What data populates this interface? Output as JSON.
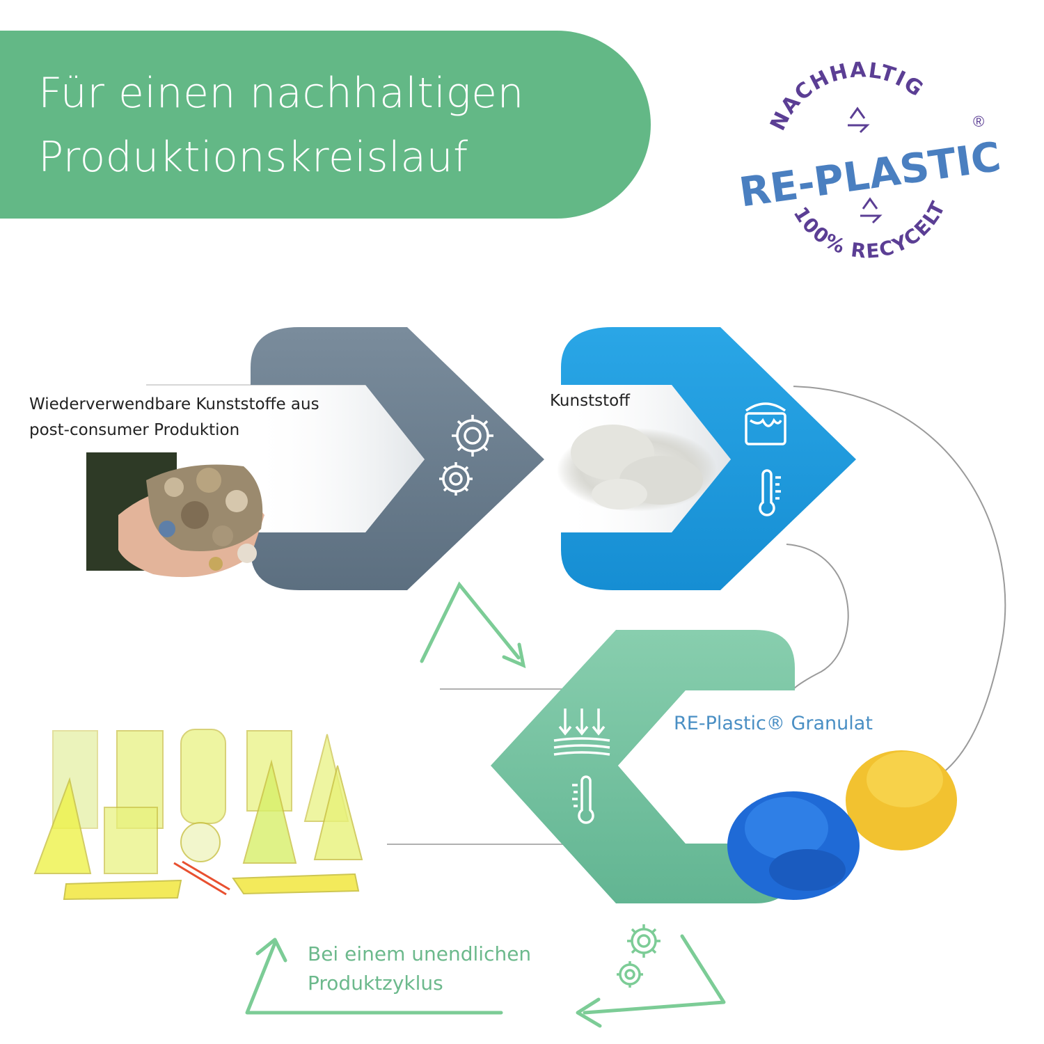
{
  "banner": {
    "title": "Für einen nachhaltigen\nProduktionskreislauf"
  },
  "logo": {
    "top_arc": "NACHHALTIG",
    "brand": "RE-PLASTIC",
    "registered": "®",
    "bottom_arc": "100% RECYCELT",
    "colors": {
      "brand": "#4a7fc0",
      "arc": "#5b3e94"
    }
  },
  "steps": {
    "input": {
      "label": "Wiederverwendbare Kunststoffe aus\npost-consumer Produktion",
      "icon": "gears-icon"
    },
    "plastic": {
      "label": "Kunststoff",
      "icons": [
        "paint-bucket-icon",
        "thermometer-icon"
      ]
    },
    "granulate": {
      "label": "RE-Plastic® Granulat",
      "icons": [
        "pressure-icon",
        "thermometer-icon"
      ]
    },
    "cycle": {
      "label": "Bei einem unendlichen\nProduktzyklus",
      "icon": "gears-icon"
    }
  },
  "colors": {
    "banner": "#63b886",
    "gray_ribbon": "#687c8e",
    "blue_ribbon": "#1c9be0",
    "green_ribbon": "#6fbf99",
    "arrow_green": "#7ccc96"
  }
}
